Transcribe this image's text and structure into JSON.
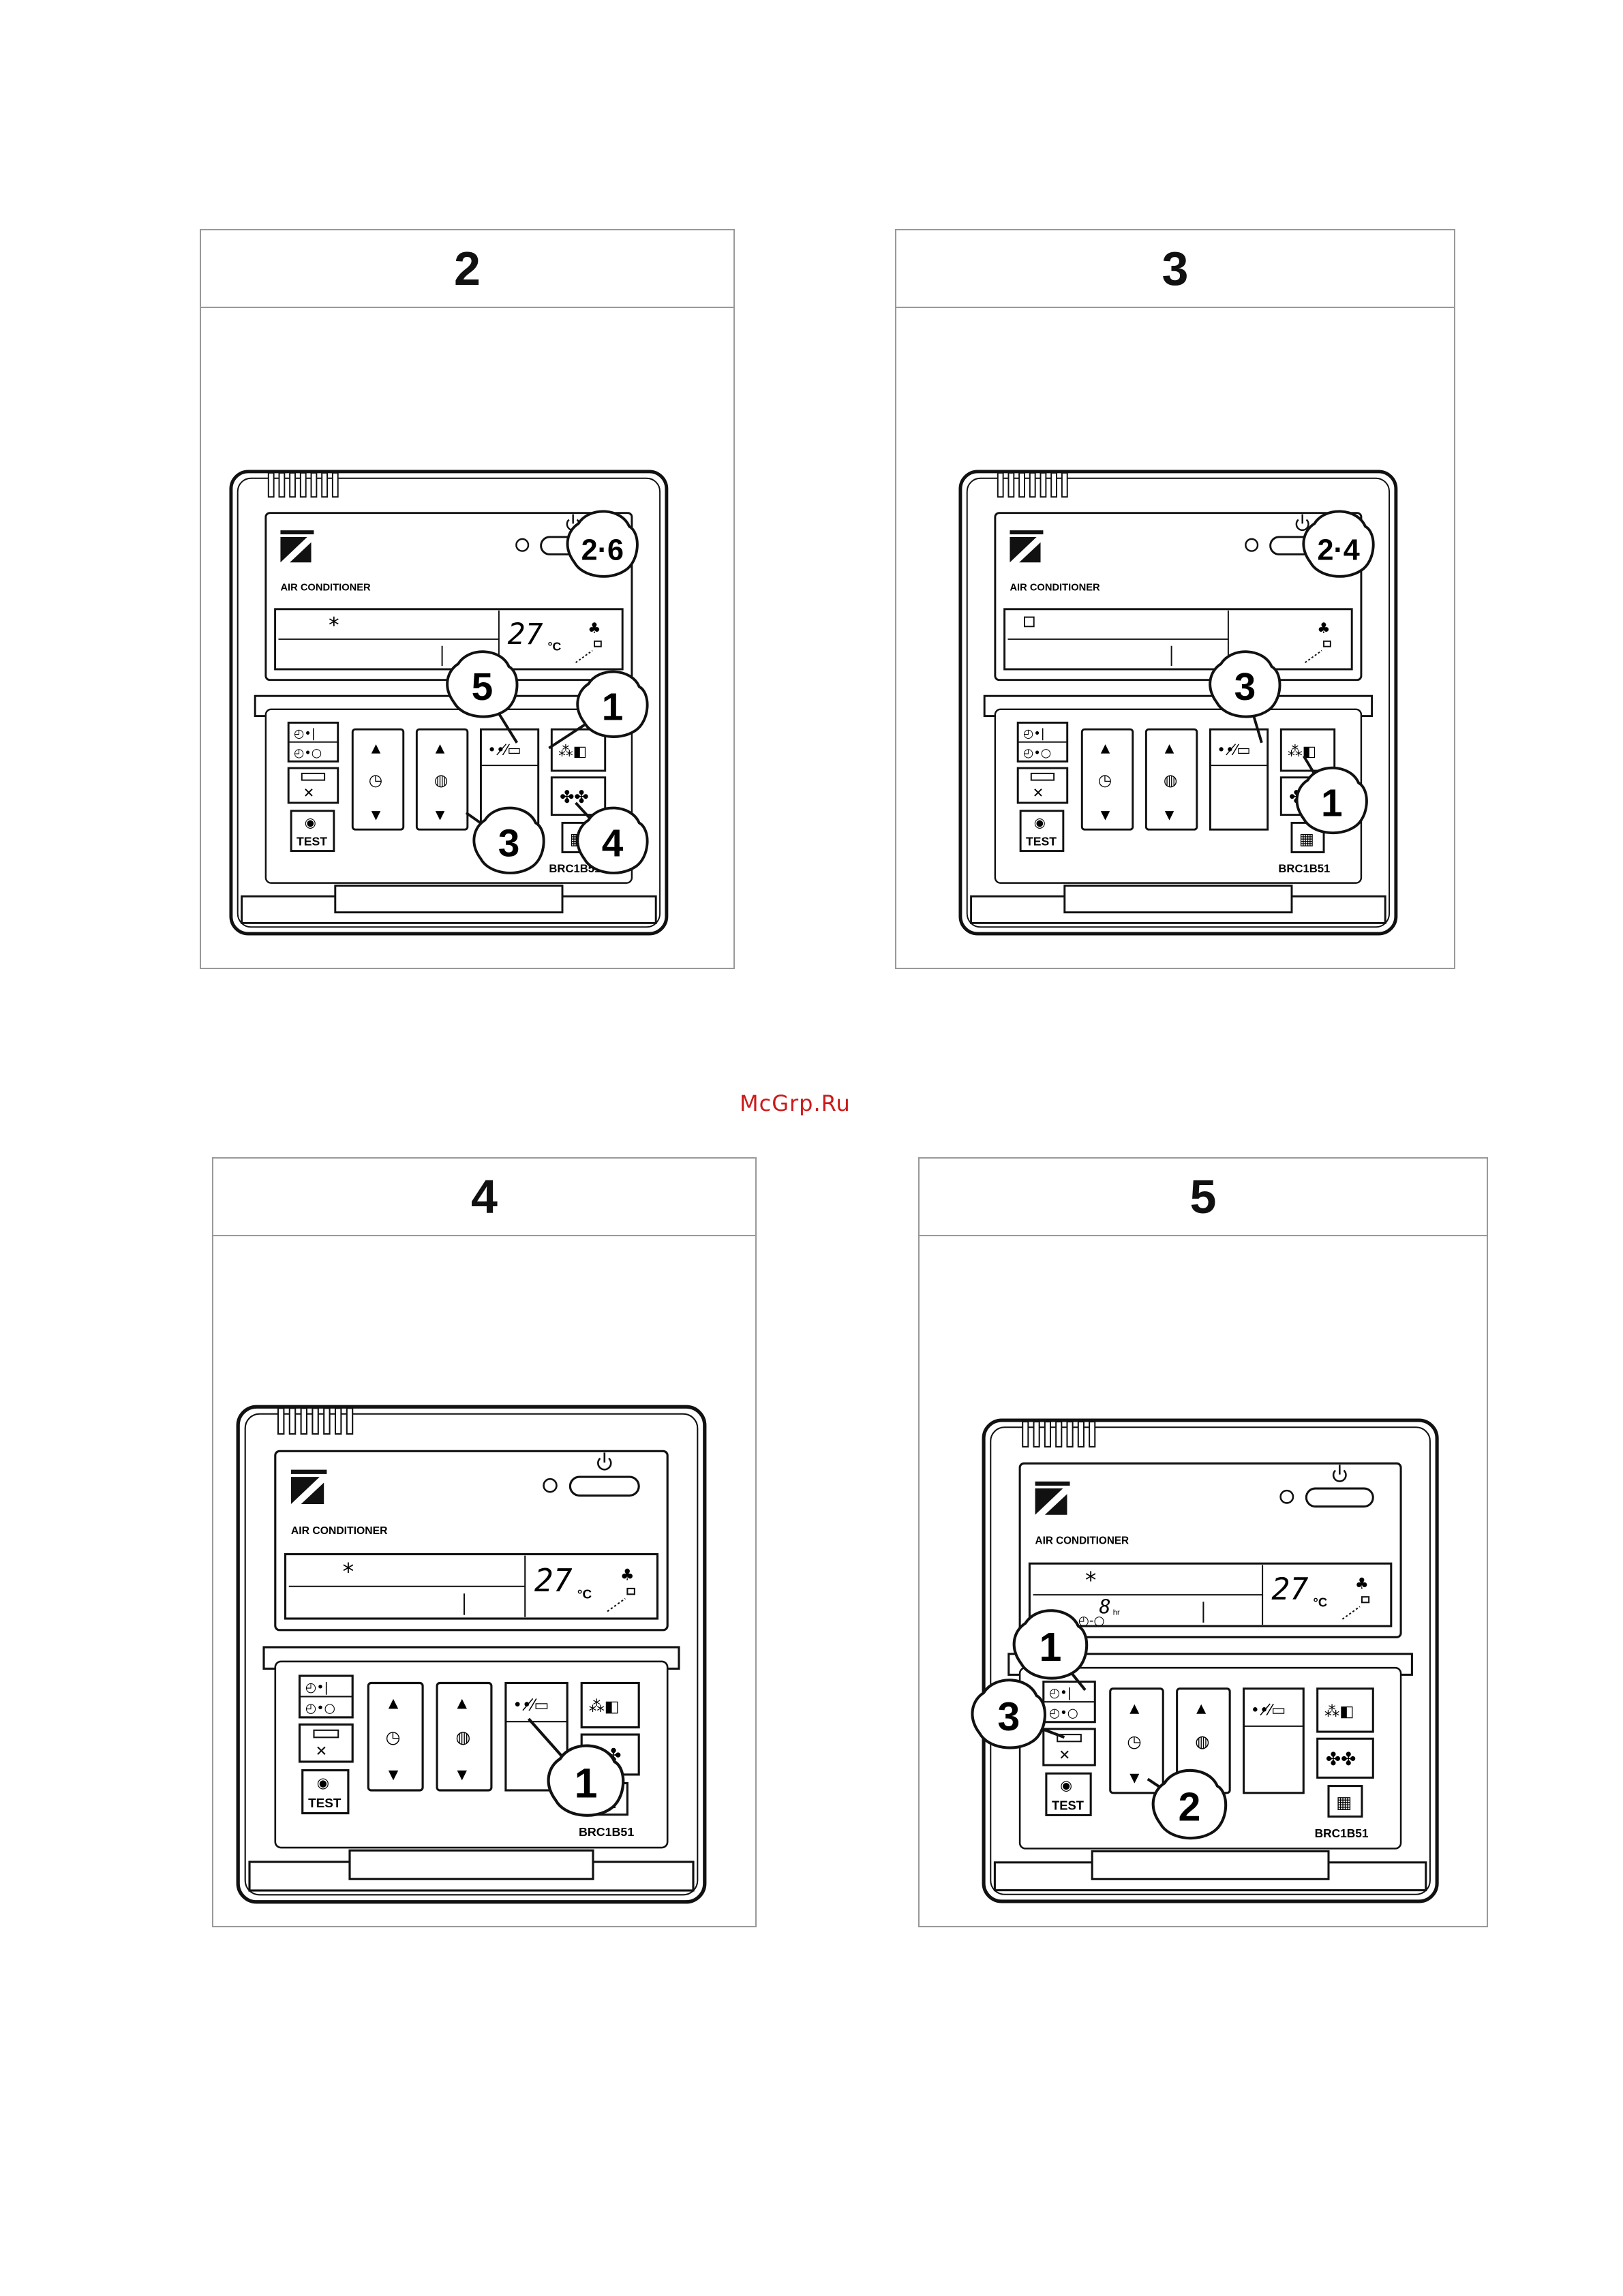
{
  "watermark": "McGrp.Ru",
  "remote": {
    "brand_label": "AIR CONDITIONER",
    "model": "BRC1B51",
    "test_label": "TEST",
    "temperature": "27",
    "temp_unit": "°C",
    "timer_value": "8",
    "timer_unit": "hr"
  },
  "panels": [
    {
      "number": "2",
      "callouts": [
        "2·6",
        "1",
        "5",
        "3",
        "4"
      ]
    },
    {
      "number": "3",
      "callouts": [
        "2·4",
        "3",
        "1"
      ]
    },
    {
      "number": "4",
      "callouts": [
        "1"
      ]
    },
    {
      "number": "5",
      "callouts": [
        "1",
        "3",
        "2"
      ]
    }
  ],
  "icons": [
    "power-icon",
    "daikin-logo-icon",
    "swing-icon",
    "mode-icon",
    "fan-icon",
    "filter-icon",
    "clock-icon",
    "thermo-icon",
    "eye-icon",
    "timer-icon",
    "up-arrow-icon",
    "down-arrow-icon"
  ]
}
